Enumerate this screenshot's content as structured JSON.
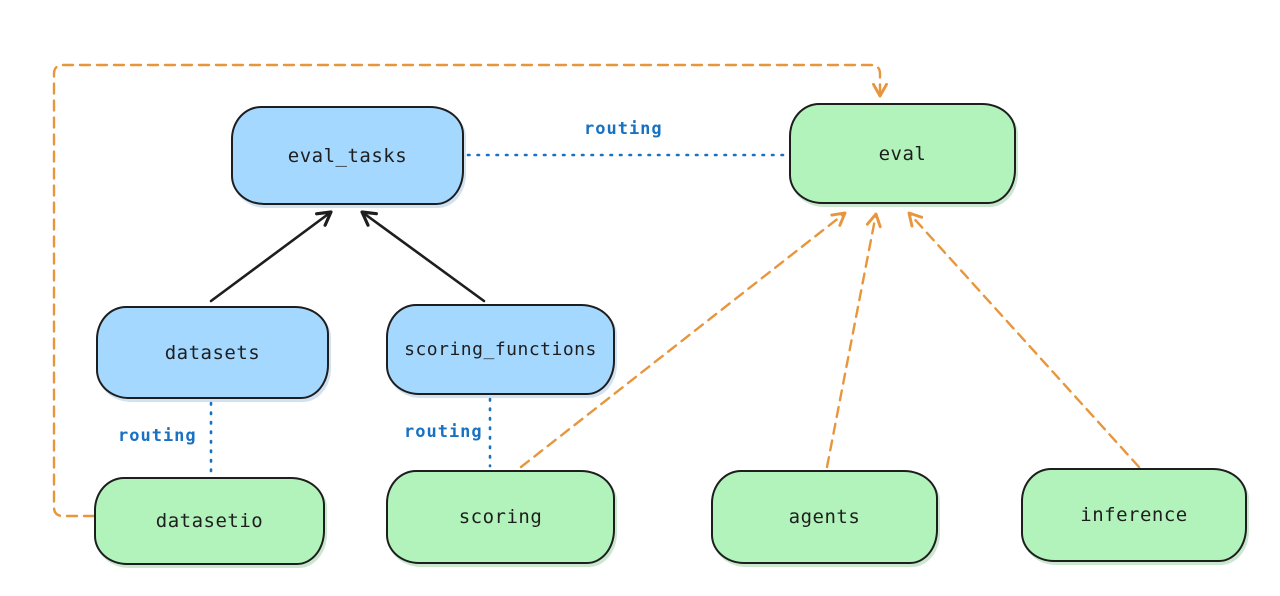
{
  "nodes": {
    "eval_tasks": {
      "label": "eval_tasks"
    },
    "eval": {
      "label": "eval"
    },
    "datasets": {
      "label": "datasets"
    },
    "scoring_functions": {
      "label": "scoring_functions"
    },
    "datasetio": {
      "label": "datasetio"
    },
    "scoring": {
      "label": "scoring"
    },
    "agents": {
      "label": "agents"
    },
    "inference": {
      "label": "inference"
    }
  },
  "edge_labels": {
    "eval_tasks_to_eval": "routing",
    "datasets_to_datasetio": "routing",
    "scoring_functions_to_scoring": "routing"
  },
  "edges": [
    {
      "from": "datasets",
      "to": "eval_tasks",
      "style": "solid-black-arrow"
    },
    {
      "from": "scoring_functions",
      "to": "eval_tasks",
      "style": "solid-black-arrow"
    },
    {
      "from": "eval_tasks",
      "to": "eval",
      "style": "dotted-blue",
      "label": "routing"
    },
    {
      "from": "datasets",
      "to": "datasetio",
      "style": "dotted-blue",
      "label": "routing"
    },
    {
      "from": "scoring_functions",
      "to": "scoring",
      "style": "dotted-blue",
      "label": "routing"
    },
    {
      "from": "datasetio",
      "to": "eval",
      "style": "dashed-orange-arrow"
    },
    {
      "from": "scoring",
      "to": "eval",
      "style": "dashed-orange-arrow"
    },
    {
      "from": "agents",
      "to": "eval",
      "style": "dashed-orange-arrow"
    },
    {
      "from": "inference",
      "to": "eval",
      "style": "dashed-orange-arrow"
    }
  ],
  "colors": {
    "blue_node_fill": "#a5d8ff",
    "green_node_fill": "#b2f2bb",
    "node_stroke": "#1e1e1e",
    "routing_line": "#1971c2",
    "dashed_arrow": "#e8963d",
    "solid_arrow": "#1e1e1e",
    "background": "#ffffff"
  }
}
